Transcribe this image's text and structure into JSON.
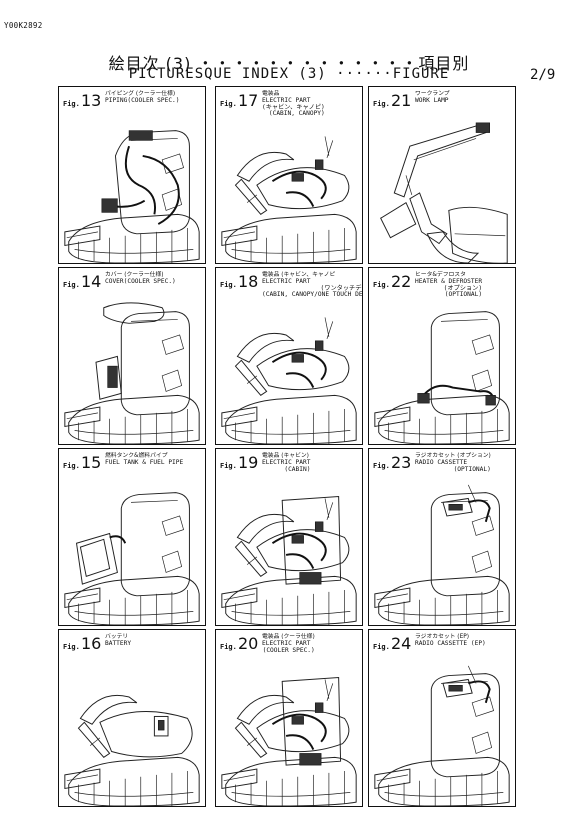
{
  "doc_id": "Y00K2892",
  "header": {
    "title_jp": "絵目次 (3) ・・・・・・・・・・・・・項目別",
    "title_en": "PICTURESQUE INDEX (3) ······FIGURE",
    "page": "2/9"
  },
  "figures": [
    {
      "prefix": "Fig.",
      "num": "13",
      "jp": "パイピング (クーラー仕様)",
      "en": "PIPING(COOLER SPEC.)",
      "sub": "",
      "icon": "piping-illustration",
      "type": "piping"
    },
    {
      "prefix": "Fig.",
      "num": "17",
      "jp": "電装品",
      "en": "ELECTRIC PART",
      "sub": "(キャビン、キャノピ)",
      "sub2": "(CABIN, CANOPY)",
      "icon": "electric-part-illustration",
      "type": "electric"
    },
    {
      "prefix": "Fig.",
      "num": "21",
      "jp": "ワークランプ",
      "en": "WORK LAMP",
      "sub": "",
      "icon": "work-lamp-illustration",
      "type": "worklamp"
    },
    {
      "prefix": "Fig.",
      "num": "14",
      "jp": "カバー (クーラー仕様)",
      "en": "COVER(COOLER SPEC.)",
      "sub": "",
      "icon": "cover-illustration",
      "type": "cover"
    },
    {
      "prefix": "Fig.",
      "num": "18",
      "jp": "電装品 (キャビン、キャノピ",
      "en": "ELECTRIC PART",
      "sub": "(ワンタッチデセル)",
      "sub2": "(CABIN, CANOPY/ONE TOUCH DECEL)",
      "icon": "electric-part-decel-illustration",
      "type": "electric"
    },
    {
      "prefix": "Fig.",
      "num": "22",
      "jp": "ヒータ&デフロスタ",
      "en": "HEATER & DEFROSTER",
      "sub": "(オプション)",
      "sub2": "(OPTIONAL)",
      "icon": "heater-illustration",
      "type": "heater"
    },
    {
      "prefix": "Fig.",
      "num": "15",
      "jp": "燃料タンク&燃料パイプ",
      "en": "FUEL TANK & FUEL PIPE",
      "sub": "",
      "icon": "fuel-tank-illustration",
      "type": "fuel"
    },
    {
      "prefix": "Fig.",
      "num": "19",
      "jp": "電装品 (キャビン)",
      "en": "ELECTRIC PART",
      "sub": "(CABIN)",
      "icon": "electric-cabin-illustration",
      "type": "electric2"
    },
    {
      "prefix": "Fig.",
      "num": "23",
      "jp": "ラジオカセット (オプション)",
      "en": "RADIO CASSETTE",
      "sub": "(OPTIONAL)",
      "icon": "radio-cassette-illustration",
      "type": "radio"
    },
    {
      "prefix": "Fig.",
      "num": "16",
      "jp": "バッテリ",
      "en": "BATTERY",
      "sub": "",
      "icon": "battery-illustration",
      "type": "battery"
    },
    {
      "prefix": "Fig.",
      "num": "20",
      "jp": "電装品 (クーラ仕様)",
      "en": "ELECTRIC PART",
      "sub": "(COOLER SPEC.)",
      "icon": "electric-cooler-illustration",
      "type": "electric2"
    },
    {
      "prefix": "Fig.",
      "num": "24",
      "jp": "ラジオカセット (EP)",
      "en": "RADIO CASSETTE (EP)",
      "sub": "",
      "icon": "radio-cassette-ep-illustration",
      "type": "radio"
    }
  ]
}
